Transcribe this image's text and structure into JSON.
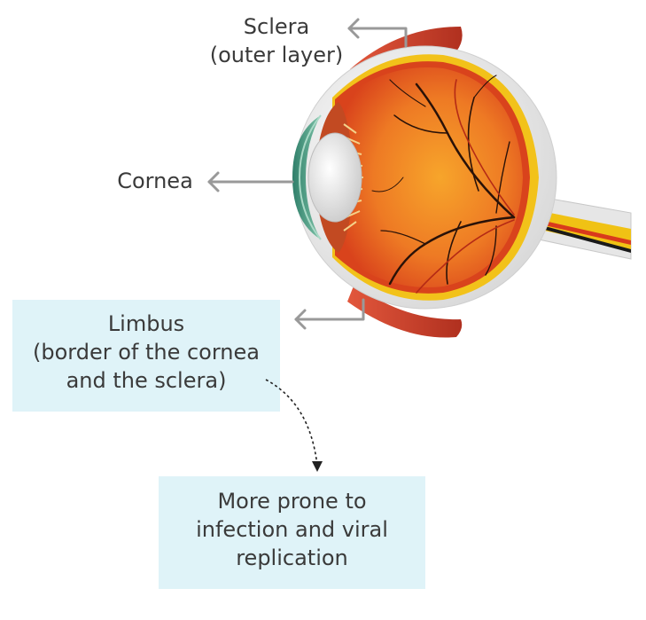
{
  "labels": {
    "sclera": [
      "Sclera",
      "(outer layer)"
    ],
    "cornea": "Cornea",
    "limbus": [
      "Limbus",
      "(border of the cornea",
      "and the sclera)"
    ],
    "note": [
      "More prone to",
      "infection and viral",
      "replication"
    ]
  },
  "colors": {
    "box_fill": "#dff3f8",
    "arrow": "#999999",
    "sclera_white": "#eeeeee",
    "retina": "#e8621f",
    "choroid": "#f2c21a",
    "muscle": "#c9412b",
    "cornea": "#3f9a7a"
  }
}
